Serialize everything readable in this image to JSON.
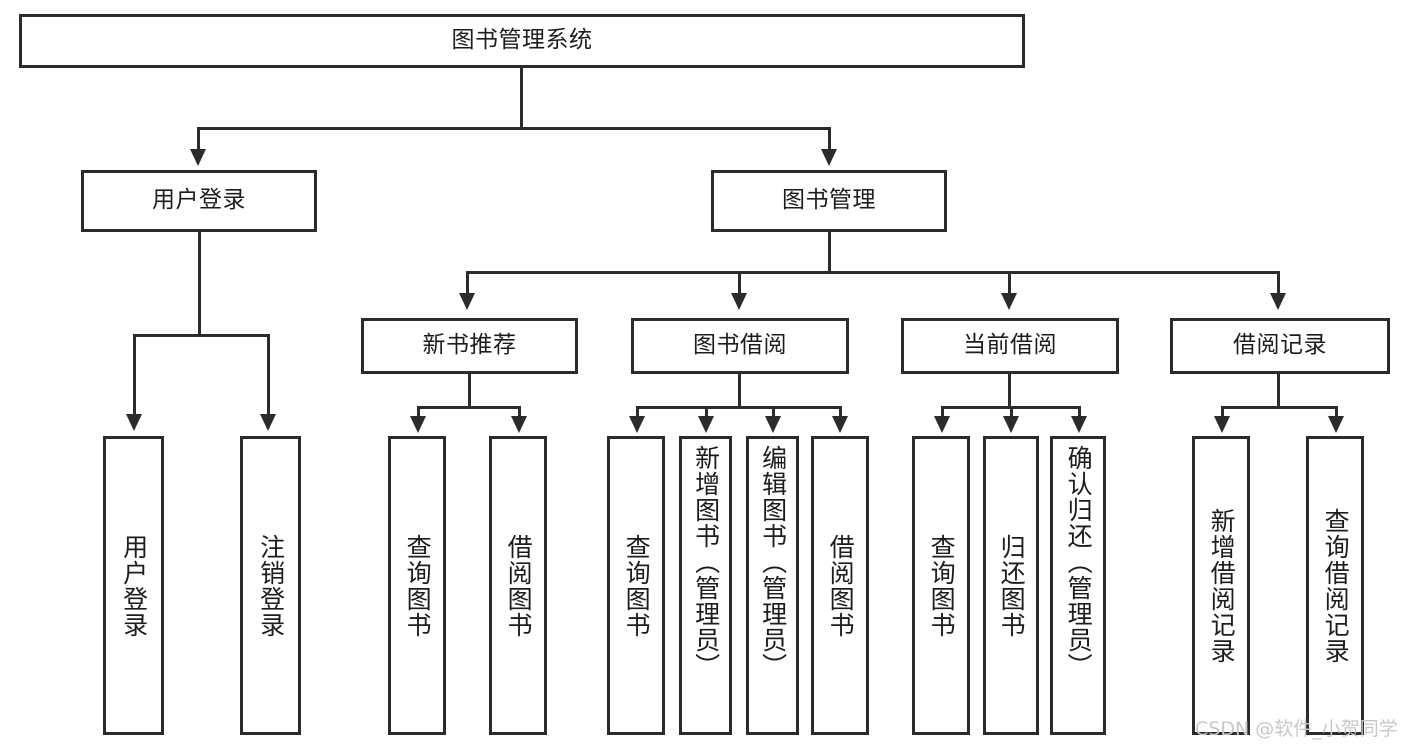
{
  "diagram": {
    "type": "tree",
    "title": "图书管理系统",
    "root": {
      "label": "图书管理系统"
    },
    "level2": [
      {
        "label": "用户登录"
      },
      {
        "label": "图书管理"
      }
    ],
    "level3": [
      {
        "label": "新书推荐"
      },
      {
        "label": "图书借阅"
      },
      {
        "label": "当前借阅"
      },
      {
        "label": "借阅记录"
      }
    ],
    "leaves": {
      "user_login": [
        {
          "label": "用户登录"
        },
        {
          "label": "注销登录"
        }
      ],
      "new_book_recommend": [
        {
          "label": "查询图书"
        },
        {
          "label": "借阅图书"
        }
      ],
      "book_borrow": [
        {
          "label": "查询图书"
        },
        {
          "label": "新增图书（管理员）"
        },
        {
          "label": "编辑图书（管理员）"
        },
        {
          "label": "借阅图书"
        }
      ],
      "current_borrow": [
        {
          "label": "查询图书"
        },
        {
          "label": "归还图书"
        },
        {
          "label": "确认归还（管理员）"
        }
      ],
      "borrow_record": [
        {
          "label": "新增借阅记录"
        },
        {
          "label": "查询借阅记录"
        }
      ]
    }
  },
  "watermark": {
    "text": "CSDN @软件_小贺同学"
  },
  "colors": {
    "stroke": "#2b2b2b",
    "background": "#ffffff",
    "text": "#1d1d1d",
    "watermark": "#c8c8c8"
  }
}
